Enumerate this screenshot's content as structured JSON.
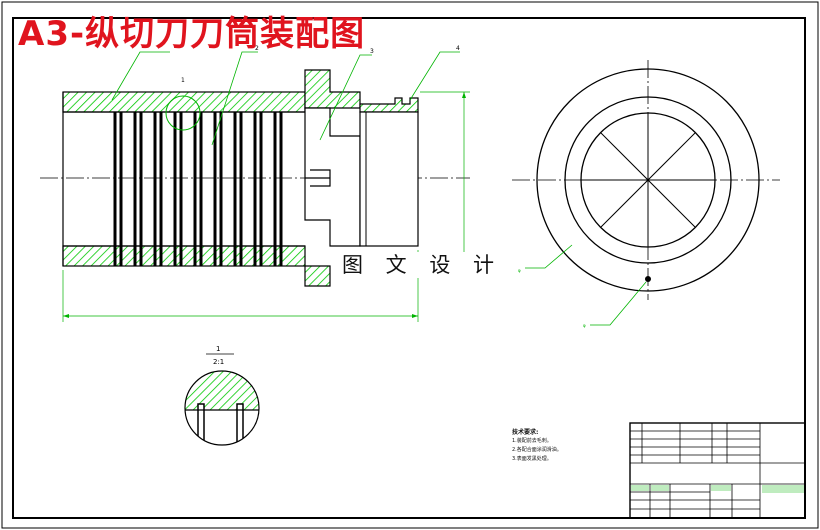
{
  "drawing": {
    "title": "A3-纵切刀刀筒装配图",
    "watermark": "图 文 设 计"
  },
  "callouts": {
    "part1": "1",
    "part2": "2",
    "part3": "3",
    "part4": "4"
  },
  "detail_view": {
    "label": "1",
    "scale": "2:1"
  },
  "tech_notes": {
    "heading": "技术要求:",
    "lines": [
      "1.装配前去毛刺。",
      "2.各配合面涂润滑油。",
      "3.表面发黑处理。"
    ]
  },
  "colors": {
    "border": "#000000",
    "hatch": "#00c800",
    "leader": "#00b400",
    "title": "#e0141e",
    "centerline": "#000000"
  }
}
